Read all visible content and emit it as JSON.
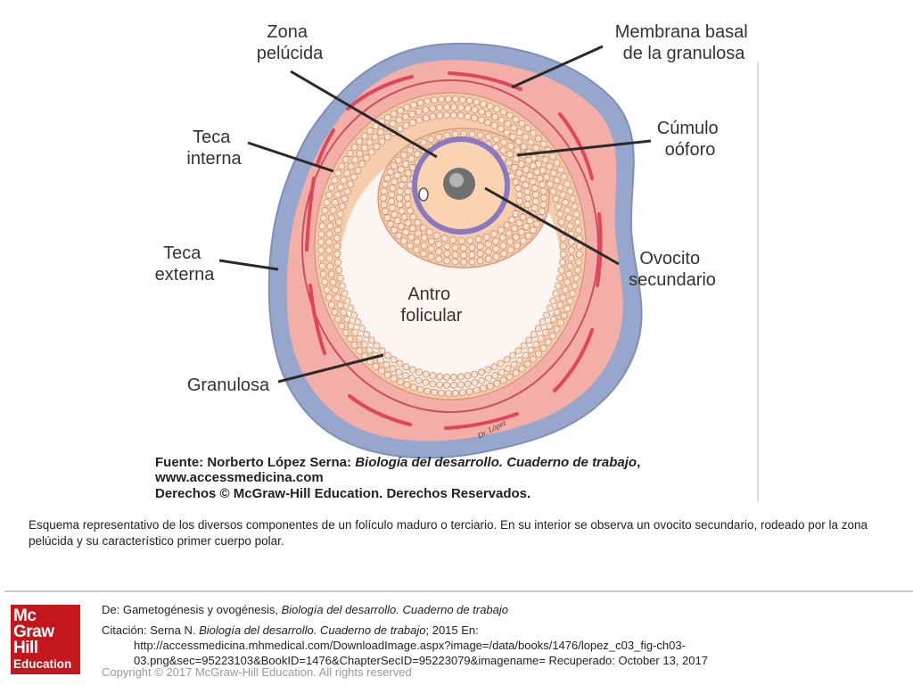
{
  "figure": {
    "labels": {
      "zona_pelucida": [
        "Zona",
        "pelúcida"
      ],
      "membrana_basal": [
        "Membrana basal",
        "de la granulosa"
      ],
      "teca_interna": [
        "Teca",
        "interna"
      ],
      "cumulo_ooforo": [
        "Cúmulo",
        "oóforo"
      ],
      "teca_externa": [
        "Teca",
        "externa"
      ],
      "ovocito_secundario": [
        "Ovocito",
        "secundario"
      ],
      "antro_folicular": [
        "Antro",
        "folicular"
      ],
      "granulosa": "Granulosa"
    },
    "signature": "Dr. López",
    "source": {
      "line1_prefix": "Fuente: Norberto López Serna: ",
      "line1_title": "Biología del desarrollo. Cuaderno de trabajo",
      "line1_suffix": ",",
      "line2": "www.accessmedicina.com",
      "line3": "Derechos © McGraw-Hill Education. Derechos Reservados."
    },
    "colors": {
      "teca_externa": "#96a6cc",
      "teca_interna": "#f3aea7",
      "vessels": "#e0455c",
      "granulosa_cells": "#f5c7a3",
      "oocyte": "#fbd3b0",
      "zona": "#8a78c0"
    }
  },
  "caption": "Esquema representativo de los diversos componentes de un folículo maduro o terciario. En su interior se observa un ovocito secundario, rodeado por la zona pelúcida y su característico primer cuerpo polar.",
  "footer": {
    "logo": {
      "line1": "Mc",
      "line2": "Graw",
      "line3": "Hill",
      "line4": "Education",
      "color": "#c4161c"
    },
    "from_prefix": "De: Gametogénesis y ovogénesis, ",
    "from_title": "Biología del desarrollo. Cuaderno de trabajo",
    "citation_prefix": "Citación: Serna N. ",
    "citation_title": "Biología del desarrollo. Cuaderno de trabajo",
    "citation_suffix": "; 2015 En:",
    "citation_url": "http://accessmedicina.mhmedical.com/DownloadImage.aspx?image=/data/books/1476/lopez_c03_fig-ch03-03.png&sec=95223103&BookID=1476&ChapterSecID=95223079&imagename= Recuperado: October 13, 2017",
    "copyright": "Copyright © 2017 McGraw-Hill Education. All rights reserved"
  }
}
